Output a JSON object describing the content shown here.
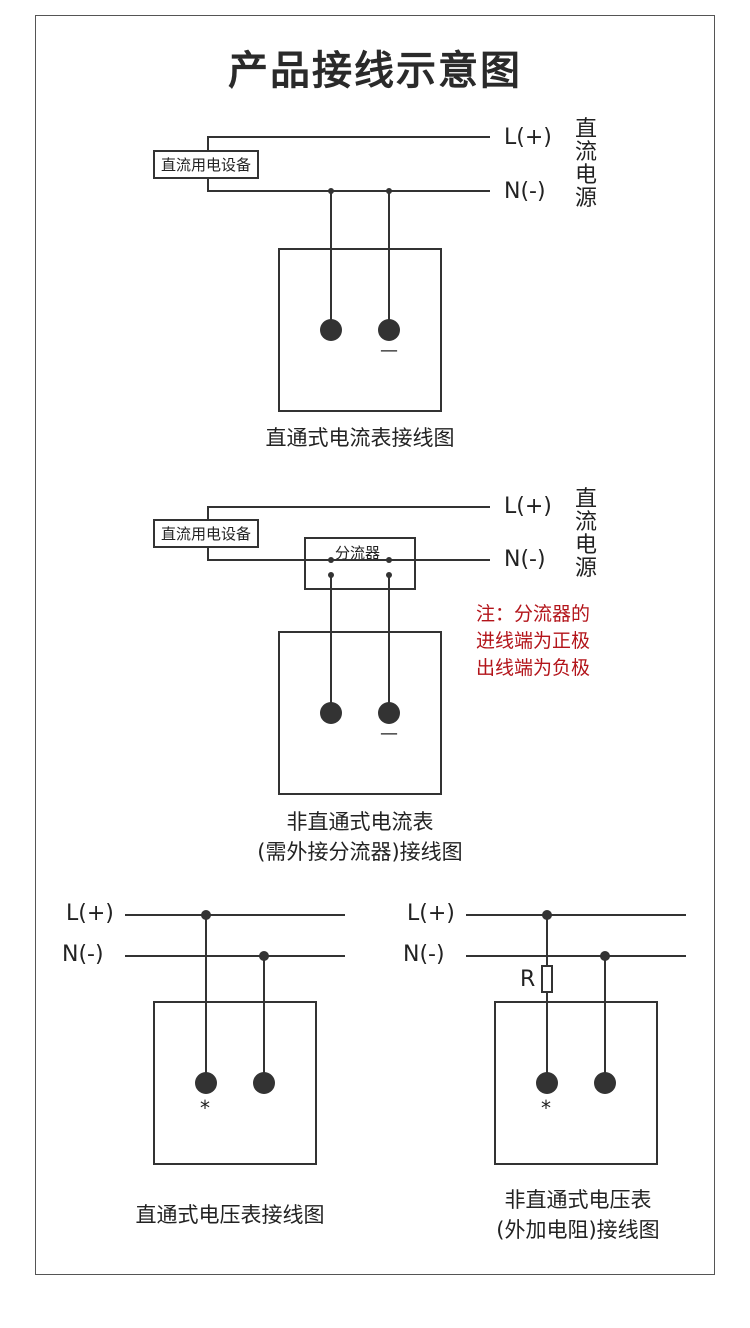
{
  "title": "产品接线示意图",
  "diagram1": {
    "device": "直流用电设备",
    "l_label": "L(+)",
    "n_label": "N(-)",
    "source": [
      "直",
      "流",
      "电",
      "源"
    ],
    "minus": "—",
    "caption": "直通式电流表接线图"
  },
  "diagram2": {
    "device": "直流用电设备",
    "shunt": "分流器",
    "l_label": "L(+)",
    "n_label": "N(-)",
    "source": [
      "直",
      "流",
      "电",
      "源"
    ],
    "minus": "—",
    "note": [
      "注：分流器的",
      "进线端为正极",
      "出线端为负极"
    ],
    "caption_line1": "非直通式电流表",
    "caption_line2": "(需外接分流器)接线图"
  },
  "diagram3": {
    "l_label": "L(+)",
    "n_label": "N(-)",
    "star": "*",
    "caption": "直通式电压表接线图"
  },
  "diagram4": {
    "l_label": "L(+)",
    "n_label": "N(-)",
    "resistor": "R",
    "star": "*",
    "caption_line1": "非直通式电压表",
    "caption_line2": "(外加电阻)接线图"
  },
  "colors": {
    "line": "#333333",
    "note": "#b3141a"
  }
}
